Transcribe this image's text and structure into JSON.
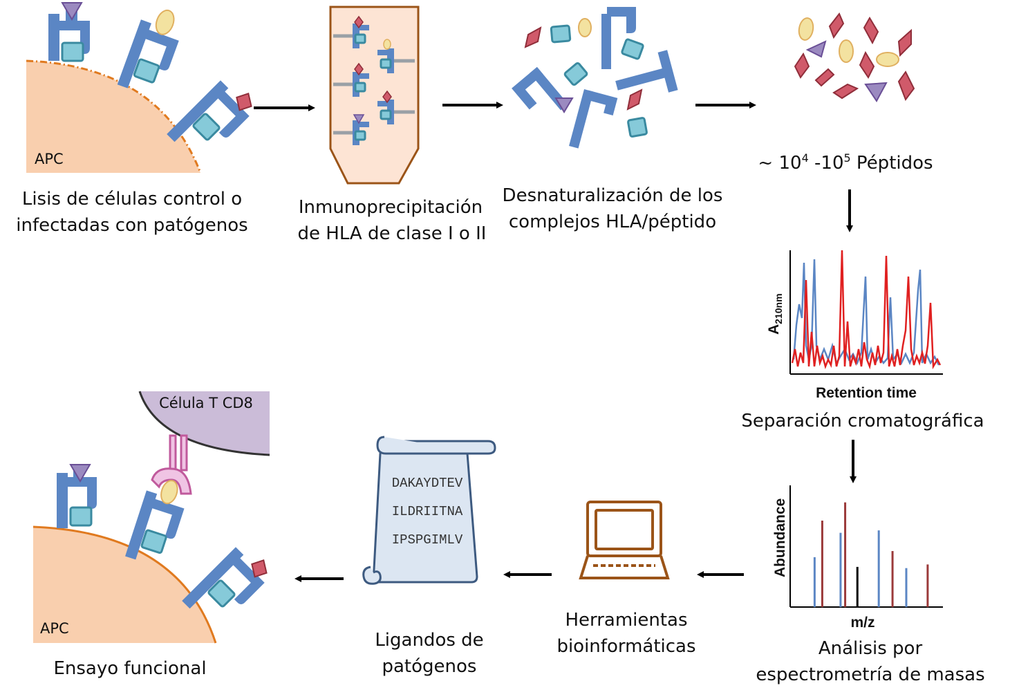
{
  "colors": {
    "hla": "#5b86c4",
    "cell": "#f9cfae",
    "cell_border": "#e07a1f",
    "peptide_square": "#86cad9",
    "peptide_diamond": "#d05a6a",
    "peptide_ellipse": "#f3e2a0",
    "peptide_triangle": "#9b8ac0",
    "tcell": "#cbbcd8",
    "tcr": "#d36ab3",
    "computer": "#9b5418",
    "scroll": "#dce6f2",
    "trace_blue": "#5b86c4",
    "trace_red": "#e02020",
    "ms_brown": "#9b3a3a"
  },
  "labels": {
    "apc_top": "APC",
    "apc_bottom": "APC",
    "tcell": "Célula T CD8",
    "step1_line1": "Lisis de células control o",
    "step1_line2": "infectadas con patógenos",
    "step2_line1": "Inmunoprecipitación",
    "step2_line2": "de HLA de clase I o II",
    "step3_line1": "Desnaturalización de los",
    "step3_line2": "complejos HLA/péptido",
    "peptides_prefix": "~ 10",
    "peptides_exp1": "4",
    "peptides_mid": " -10",
    "peptides_exp2": "5",
    "peptides_suffix": " Péptidos",
    "chrom_caption": "Separación cromatográfica",
    "ms_caption_line1": "Análisis por",
    "ms_caption_line2": "espectrometría de masas",
    "bioinf_line1": "Herramientas",
    "bioinf_line2": "bioinformáticas",
    "ligands_line1": "Ligandos de",
    "ligands_line2": "patógenos",
    "assay": "Ensayo funcional"
  },
  "chromatogram": {
    "ylabel_main": "A",
    "ylabel_sub": "210nm",
    "xlabel": "Retention time"
  },
  "mass_spec": {
    "ylabel": "Abundance",
    "xlabel": "m/z",
    "peaks": [
      {
        "mz": 0.16,
        "abundance": 0.41,
        "color": "blue"
      },
      {
        "mz": 0.21,
        "abundance": 0.71,
        "color": "brown"
      },
      {
        "mz": 0.33,
        "abundance": 0.61,
        "color": "blue"
      },
      {
        "mz": 0.36,
        "abundance": 0.86,
        "color": "brown"
      },
      {
        "mz": 0.44,
        "abundance": 0.33,
        "color": "black"
      },
      {
        "mz": 0.58,
        "abundance": 0.63,
        "color": "blue"
      },
      {
        "mz": 0.67,
        "abundance": 0.46,
        "color": "brown"
      },
      {
        "mz": 0.76,
        "abundance": 0.32,
        "color": "blue"
      },
      {
        "mz": 0.9,
        "abundance": 0.35,
        "color": "brown"
      }
    ]
  },
  "sequences": [
    "DAKAYDTEV",
    "ILDRIITNA",
    "IPSPGIMLV"
  ],
  "icons": [
    "hla-molecule-icon",
    "peptide-icon",
    "column-tube-icon",
    "computer-icon",
    "scroll-icon",
    "arrow-icon"
  ]
}
